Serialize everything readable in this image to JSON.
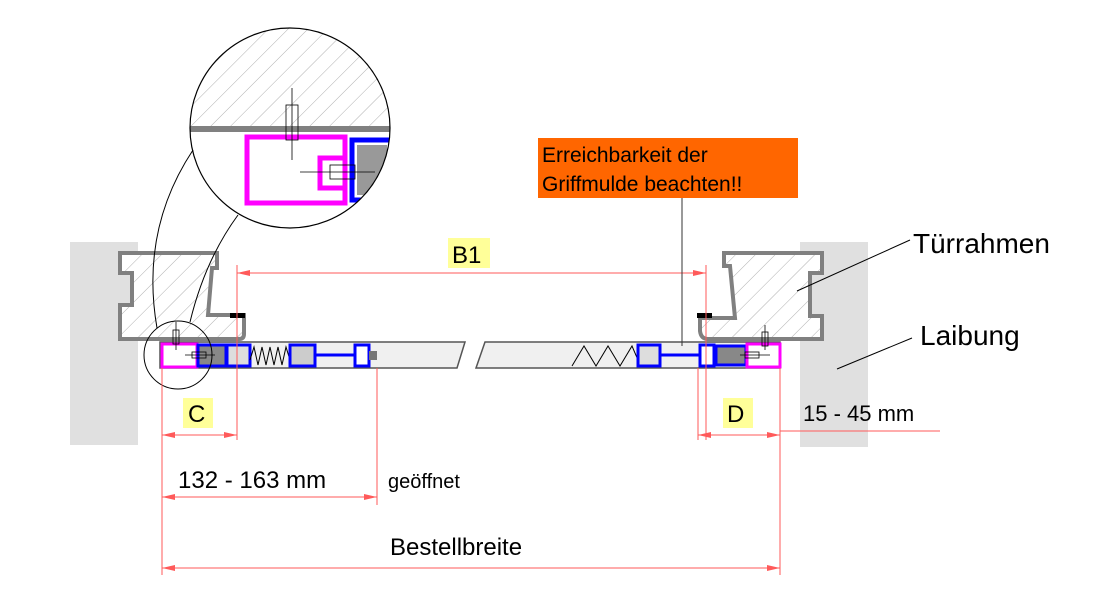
{
  "notice": {
    "line1": "Erreichbarkeit der",
    "line2": "Griffmulde beachten!!",
    "color": "#ff6600"
  },
  "labels": {
    "b1": "B1",
    "c": "C",
    "d": "D",
    "door_frame": "Türrahmen",
    "reveal": "Laibung",
    "reveal_range": "15 - 45 mm",
    "left_range": "132 - 163 mm",
    "opened": "geöffnet",
    "order_width": "Bestellbreite"
  },
  "colors": {
    "dimension": "#ff5a5a",
    "highlight": "#ffff99",
    "profile_blue": "#0000ff",
    "profile_magenta": "#ff00ff",
    "wall": "#e0e0e0"
  }
}
